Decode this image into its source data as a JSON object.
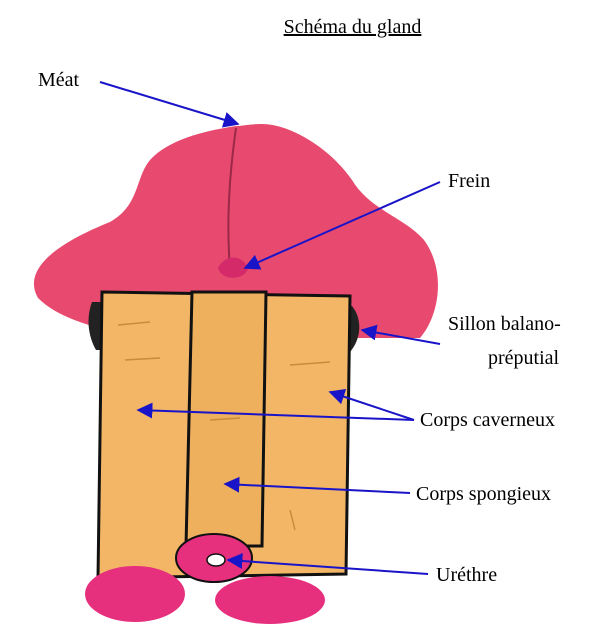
{
  "title": "Schéma du gland",
  "labels": {
    "meat": "Méat",
    "frein": "Frein",
    "sillon_line1": "Sillon balano-",
    "sillon_line2": "préputial",
    "corps_caverneux": "Corps caverneux",
    "corps_spongieux": "Corps spongieux",
    "urethre": "Uréthre"
  },
  "colors": {
    "glans": "#e84a6f",
    "glans_shadow": "#c93558",
    "shaft": "#f2b666",
    "base_magenta": "#e6307e",
    "arrow": "#1a14c8",
    "outline": "#111111"
  }
}
